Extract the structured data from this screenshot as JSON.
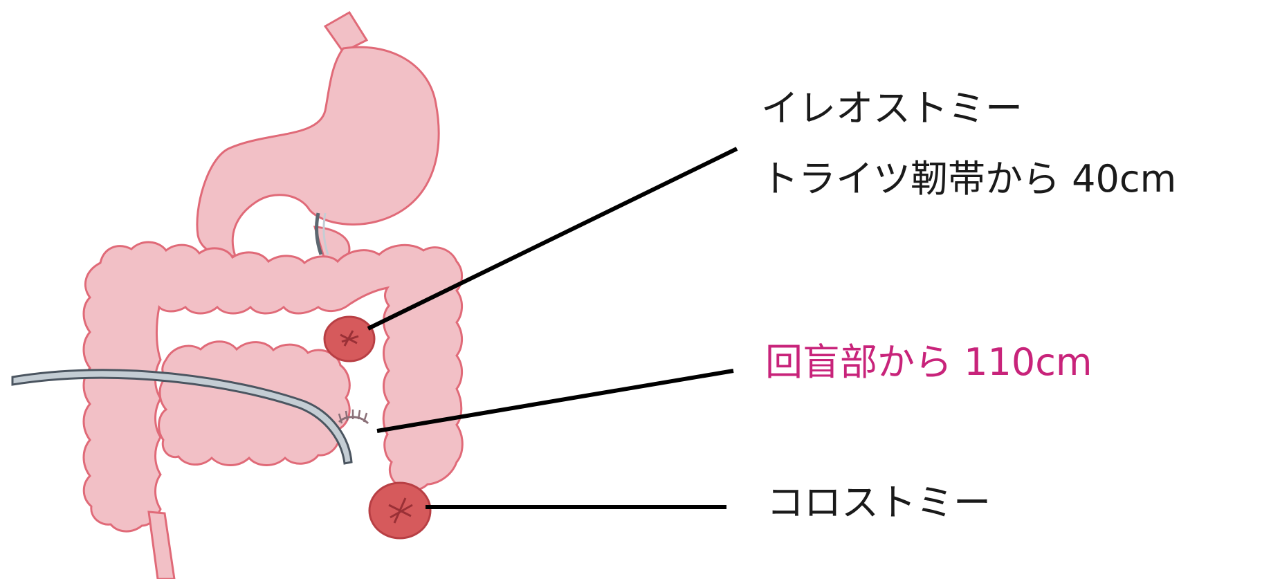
{
  "labels": {
    "ileostomy_title": "イレオストミー",
    "ileostomy_detail": "トライツ靭帯から 40cm",
    "distance_from_ileocecal": "回盲部から 110cm",
    "colostomy_title": "コロストミー"
  },
  "colors": {
    "text": "#1a1a1a",
    "accent_text": "#c8237a",
    "organ_fill": "#f2c0c6",
    "organ_stroke": "#e06a78",
    "stoma_fill": "#d65a5c",
    "stoma_stroke": "#b83f44",
    "tube_fill": "#c4cdd4",
    "tube_stroke": "#4b5560",
    "leader_line": "#000000"
  },
  "icons": {
    "stomach": "stomach-icon",
    "colon": "colon-icon",
    "stoma": "stoma-icon",
    "drain_tube": "drain-tube-icon"
  }
}
